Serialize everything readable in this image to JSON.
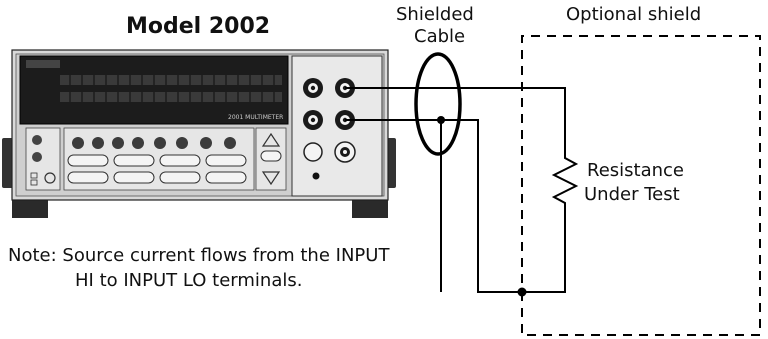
{
  "diagram": {
    "model_title": "Model 2002",
    "cable_label_line1": "Shielded",
    "cable_label_line2": "Cable",
    "shield_label": "Optional shield",
    "resistance_line1": "Resistance",
    "resistance_line2": "Under Test",
    "note_line1": "Note:  Source current flows from the INPUT",
    "note_line2": "HI to INPUT LO terminals.",
    "front_panel_badge": "2001 MULTIMETER"
  }
}
